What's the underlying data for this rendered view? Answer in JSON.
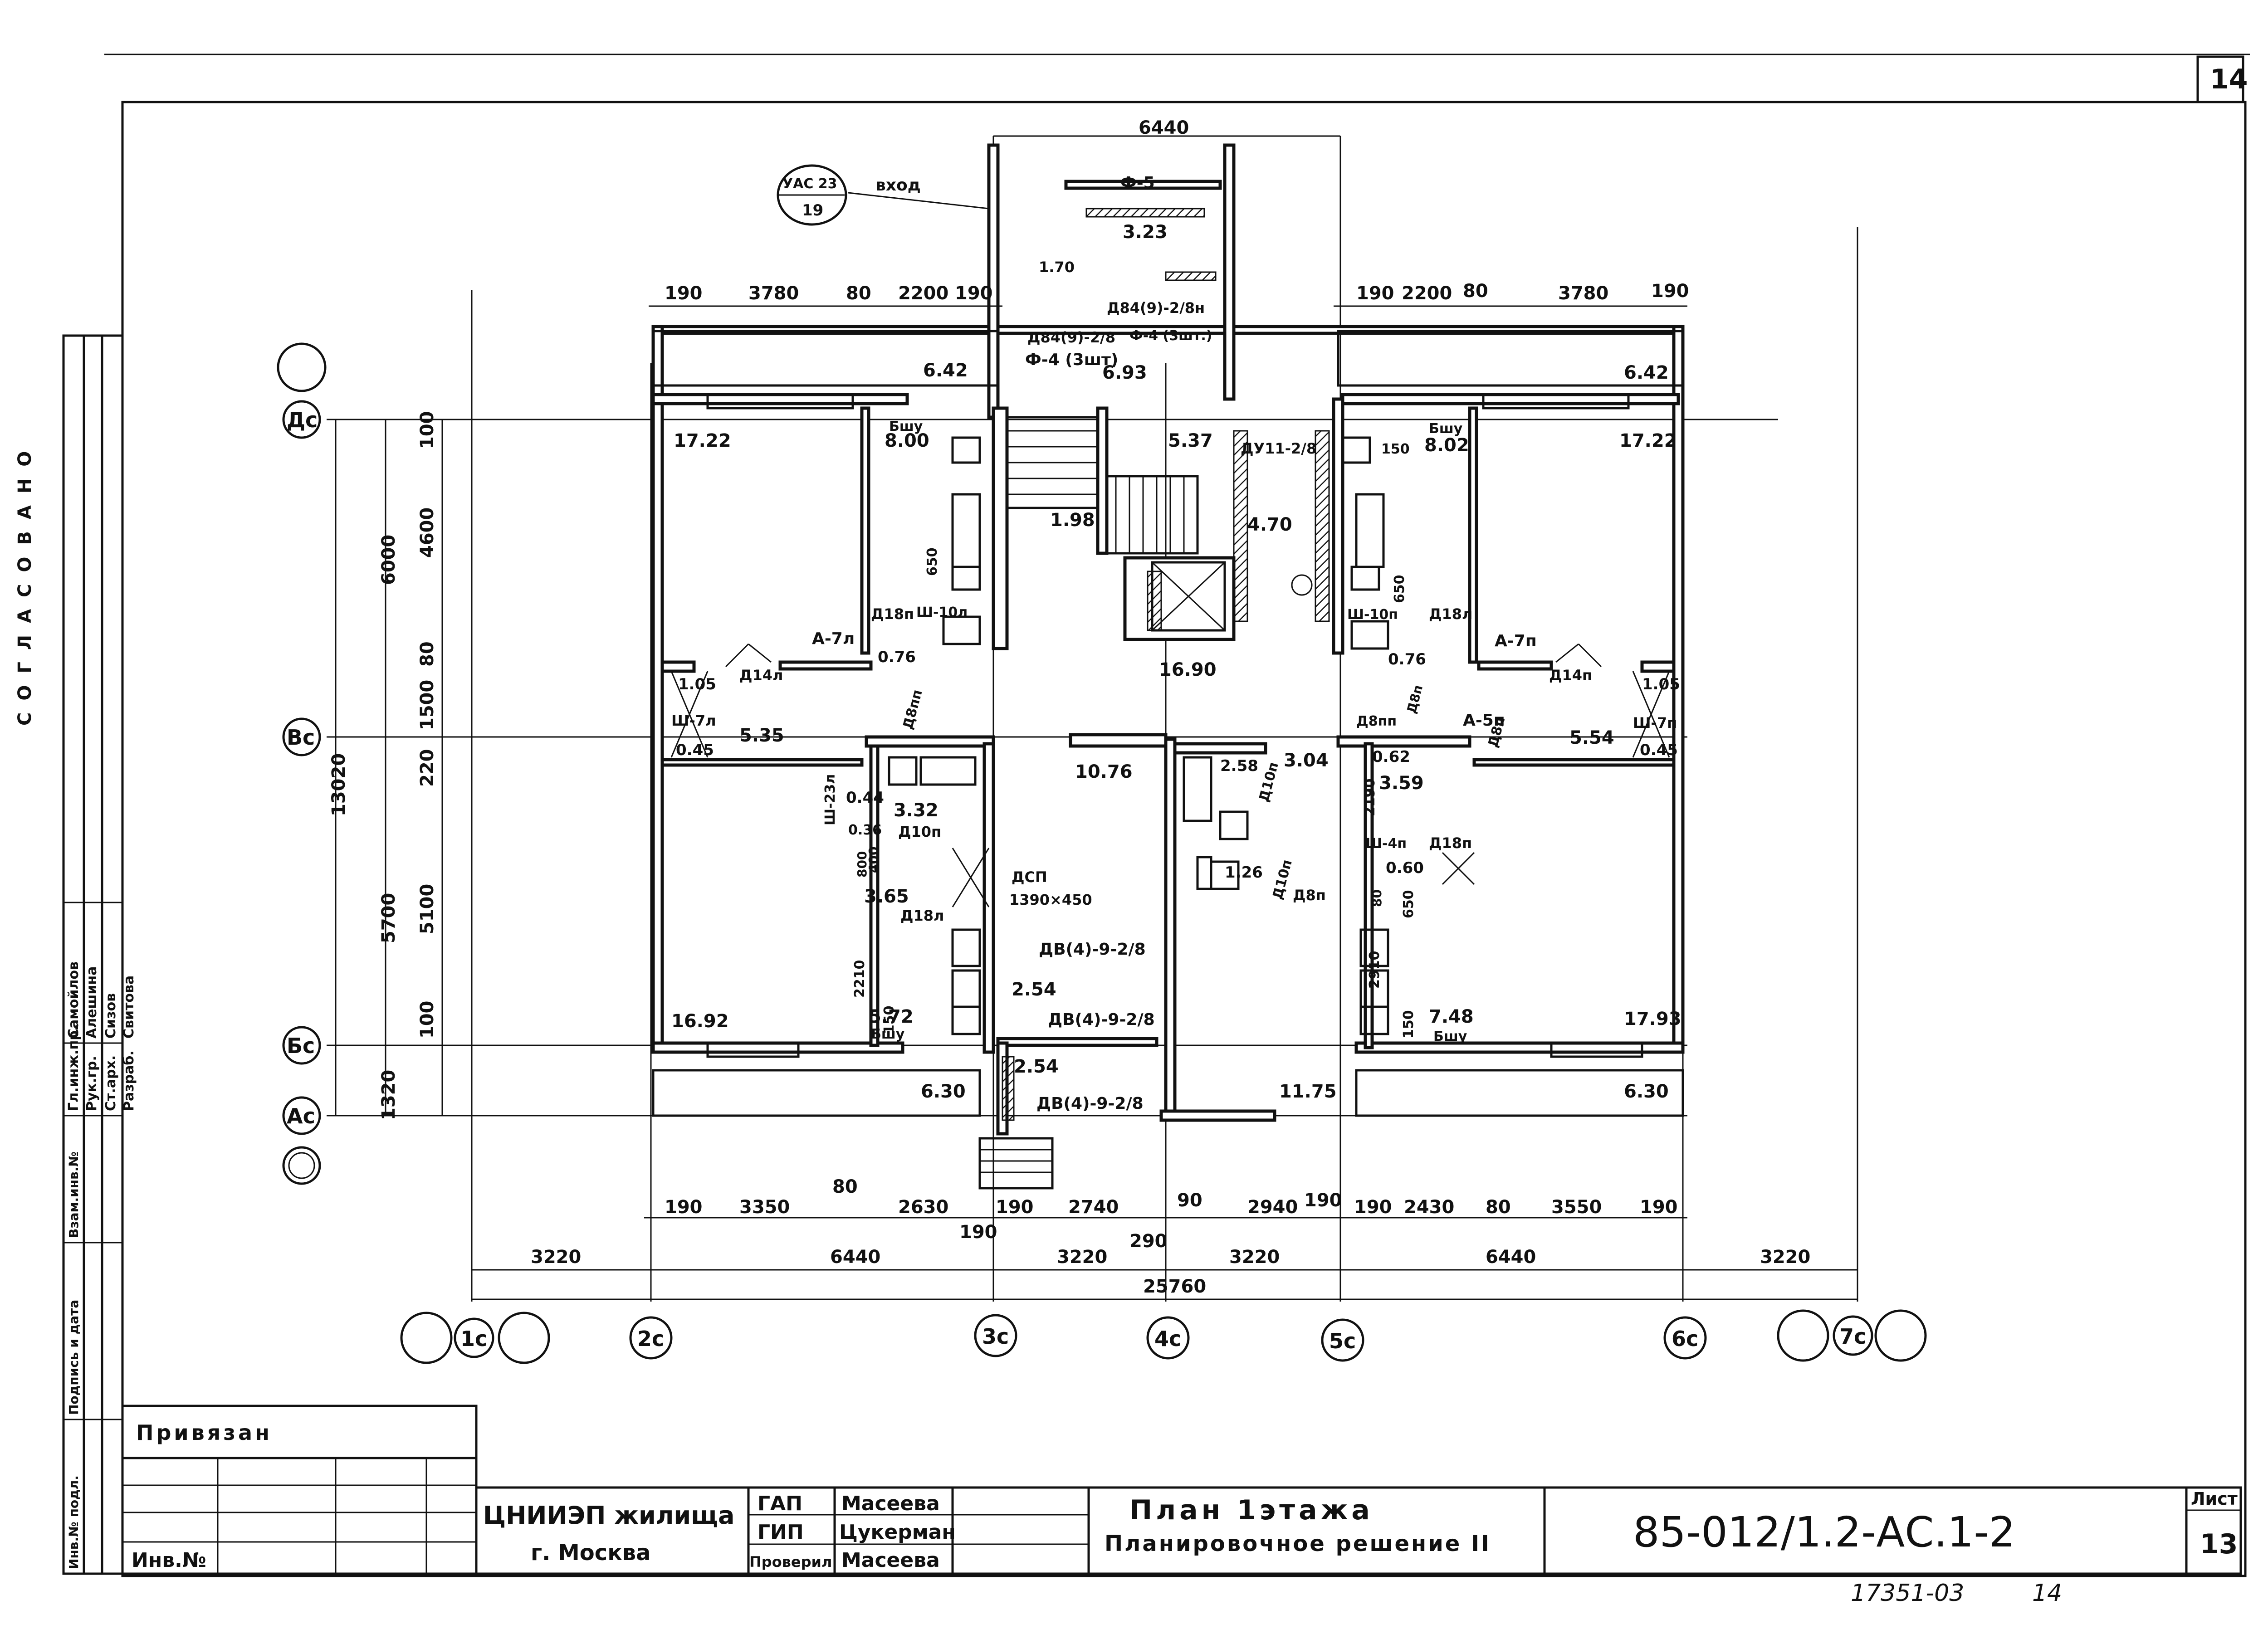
{
  "sheet": {
    "top_sheet_number": "14",
    "stamp_code": "УАС 23",
    "stamp_number": "19",
    "entry_label": "вход",
    "approval_word": "СОГЛАСОВАНО",
    "bottom_note": "17351-03",
    "bottom_note_page": "14"
  },
  "axes": {
    "rows": [
      "Дс",
      "Вс",
      "Бс",
      "Ас"
    ],
    "columns": [
      "1с",
      "2с",
      "3с",
      "4с",
      "5с",
      "6с",
      "7с"
    ]
  },
  "dimensions": {
    "stair_top": "6440",
    "top_left": [
      "190",
      "3780",
      "80",
      "2200",
      "190"
    ],
    "top_right": [
      "190",
      "2200",
      "80",
      "3780",
      "190"
    ],
    "left_outer": [
      "6000",
      "5700",
      "1320"
    ],
    "left_inner": [
      "100",
      "4600",
      "80",
      "1500",
      "220",
      "5100",
      "100"
    ],
    "left_total": "13020",
    "bottom_row1": [
      "190",
      "3350",
      "80",
      "2630",
      "190",
      "2740",
      "90",
      "2940",
      "190",
      "190",
      "2430",
      "80",
      "3550",
      "190"
    ],
    "bottom_row1_extra": [
      "190",
      "290"
    ],
    "bottom_row2": [
      "3220",
      "6440",
      "3220",
      "3220",
      "6440",
      "3220"
    ],
    "bottom_total": "25760"
  },
  "rooms": {
    "stair_landing_top": "3.23",
    "vestibule": "6.93",
    "balcony_top_left": "6.42",
    "balcony_top_right": "6.42",
    "living_top_left": "17.22",
    "kitchen_top_left": "8.00",
    "living_top_right": "17.22",
    "kitchen_top_right": "8.02",
    "stair_hall": "5.37",
    "corridor_top_center": "1.98",
    "lift_lobby": "4.70",
    "hall_center": "16.90",
    "hall_left": "5.35",
    "hall_right": "5.54",
    "closet_left": "1.05",
    "closet_left_b": "0.45",
    "closet_right": "1.05",
    "closet_right_b": "0.45",
    "wc_left": "0.76",
    "wc_right": "0.76",
    "hall_mid": "10.76",
    "bath_left": "3.32",
    "storage_left_a": "0.44",
    "storage_left_b": "0.36",
    "hall_left_small": "3.65",
    "bath_right": "3.04",
    "bath_right_small": "2.58",
    "hall_right_small": "3.59",
    "storage_right": "0.62",
    "storage_right_b": "0.60",
    "storage_center": "1.26",
    "corridor_a": "2.54",
    "corridor_b": "2.54",
    "kitchen_bottom_left": "5.72",
    "kitchen_bottom_right": "7.48",
    "room_bottom_left": "16.92",
    "room_bottom_right": "17.93",
    "room_center_bottom": "11.75",
    "balcony_bottom_left": "6.30",
    "balcony_bottom_right": "6.30"
  },
  "marks": {
    "f5": "Ф-5",
    "f4": "Ф-4 (3шт)",
    "f4b": "Ф-4 (3шт.)",
    "d84h": "Д84(9)-2/8н",
    "d84": "Д84(9)-2/8",
    "h170": "1.70",
    "du11": "ДУ11-2/8",
    "bshu": "Бшу",
    "a7l": "А-7л",
    "a7p": "А-7п",
    "a5p": "А-5п",
    "d14l": "Д14л",
    "d14p": "Д14п",
    "d18p": "Д18п",
    "d18l": "Д18л",
    "d18p2": "Д18п",
    "d18a": "Д18л",
    "d8pp": "Д8пп",
    "d8pp2": "Д8пп",
    "d8p": "Д8п",
    "d8p2": "Д8п",
    "d8p3": "Д8п",
    "d10p": "Д10п",
    "d10p2": "Д10п",
    "d10p3": "Д10п",
    "sh7l": "Ш-7л",
    "sh7p": "Ш-7п",
    "sh10l": "Ш-10л",
    "sh10p": "Ш-10п",
    "sh23l": "Ш-23л",
    "sh4p": "Ш-4п",
    "dsp": "ДСП",
    "dsp_size": "1390×450",
    "dv49a": "ДВ(4)-9-2/8",
    "dv49b": "ДВ(4)-9-2/8",
    "dv49c": "ДВ(4)-9-2/8",
    "d650": "650",
    "d650b": "650",
    "d650c": "650",
    "d150": "150",
    "d150b": "150",
    "d150c": "150",
    "d2210": "2210",
    "d2910": "2910",
    "d2190": "2190",
    "d1800": "800",
    "d80": "80",
    "d400": "400"
  },
  "title_block": {
    "attached_label": "Привязан",
    "inv_label": "Инв.№",
    "org_line1": "ЦНИИЭП жилища",
    "org_line2": "г. Москва",
    "roles": [
      "ГАП",
      "ГИП",
      "Проверил"
    ],
    "names": [
      "Масеева",
      "Цукерман",
      "Масеева"
    ],
    "drawing_title_1": "План 1этажа",
    "drawing_title_2": "Планировочное решение II",
    "drawing_code": "85-012/1.2-АС.1-2",
    "sheet_label": "Лист",
    "sheet_number": "13",
    "left_roles": [
      "Гл.инж.пр.",
      "Рук.гр.",
      "Ст.арх.",
      "Разраб."
    ],
    "left_names": [
      "Самойлов",
      "Алешина",
      "Сизов",
      "Свитова"
    ],
    "left_col_labels": [
      "Инв.№ подл.",
      "Подпись и дата",
      "Взам.инв.№"
    ]
  }
}
